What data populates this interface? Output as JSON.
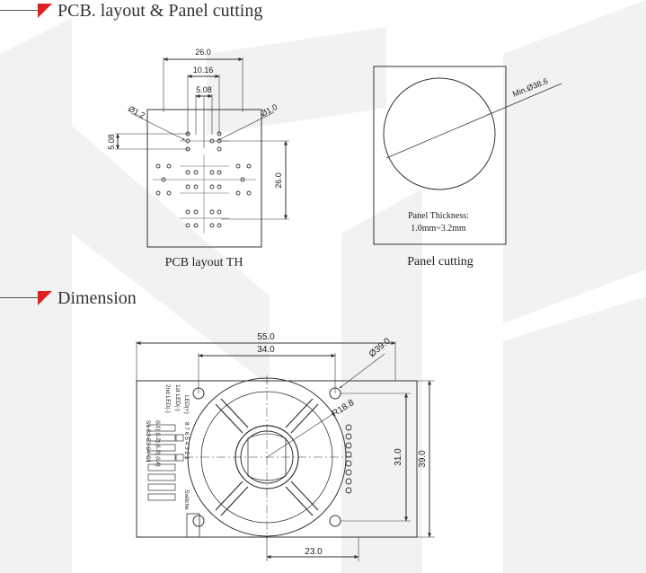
{
  "sections": {
    "pcb_title": "PCB. layout & Panel cutting",
    "dimension_title": "Dimension"
  },
  "pcb_layout": {
    "dims": {
      "width_26": "26.0",
      "width_1016": "10.16",
      "width_508": "5.08",
      "hole_12": "Ø1.2",
      "hole_10": "Ø1.0",
      "height_508": "5.08",
      "height_26": "26.0"
    },
    "caption": "PCB layout TH"
  },
  "panel_cutting": {
    "min_dia": "Min.Ø38.6",
    "thickness_label": "Panel Thickness:",
    "thickness_value": "1.0mm~3.2mm",
    "caption": "Panel cutting"
  },
  "dimension": {
    "width_55": "55.0",
    "width_34": "34.0",
    "dia_39": "Ø39.0",
    "radius": "R18.8",
    "height_31": "31.0",
    "height_39": "39.0",
    "width_23": "23.0",
    "silk": [
      "1st LED(-)",
      "2nd LED(-)",
      "LED(+)",
      "8 7 6 5 4 3 2 1",
      "S1 S2 S3 S4 C1",
      "(L1) (L2) (L3) (L4)",
      "Switche"
    ]
  },
  "colors": {
    "accent": "#e02020",
    "line": "#333333",
    "watermark": "#eeeeee"
  }
}
